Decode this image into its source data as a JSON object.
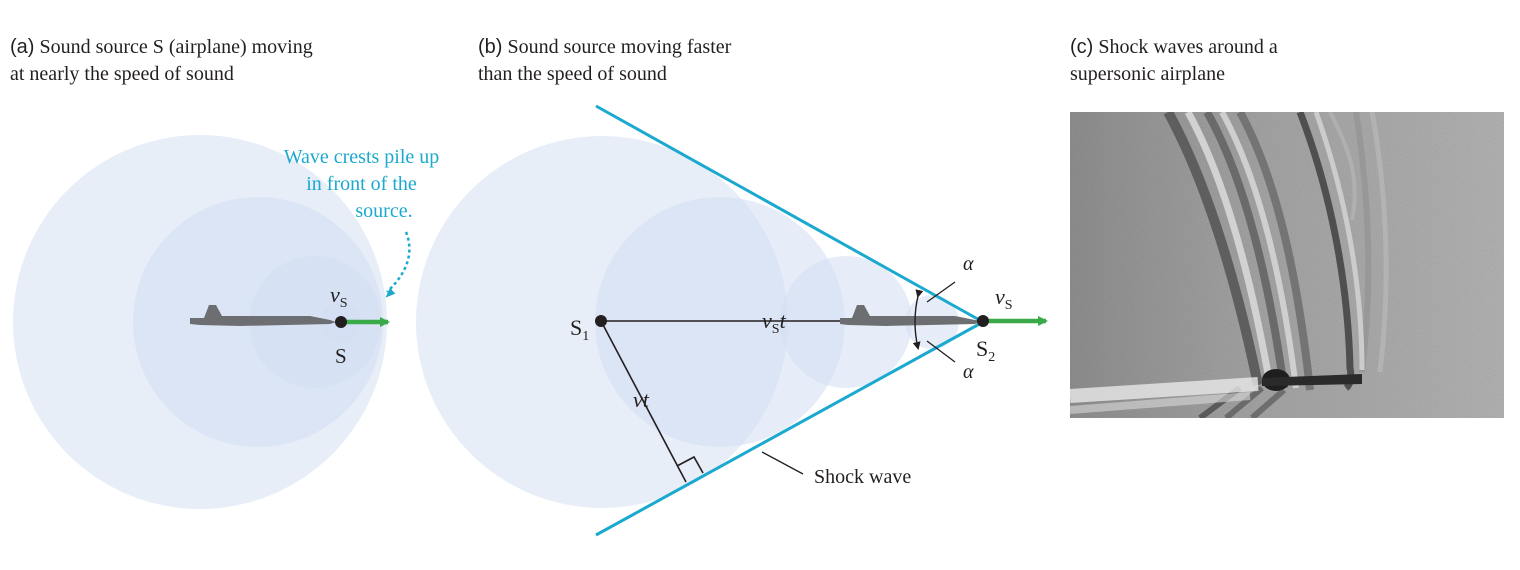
{
  "panels": {
    "a": {
      "letter": "(a)",
      "title_lines": [
        "Sound source S (airplane) moving",
        "at nearly the speed of sound"
      ],
      "callout_lines": [
        "Wave crests pile up",
        "in front of the",
        "source."
      ],
      "velocity_label": "v",
      "velocity_sub": "S",
      "source_label": "S"
    },
    "b": {
      "letter": "(b)",
      "title_lines": [
        "Sound source moving faster",
        "than the speed of sound"
      ],
      "s1_label": "S",
      "s1_sub": "1",
      "s2_label": "S",
      "s2_sub": "2",
      "vst_label": "v",
      "vst_sub": "S",
      "vst_t": "t",
      "vt_label": "vt",
      "alpha_top": "α",
      "alpha_bottom": "α",
      "velocity_label": "v",
      "velocity_sub": "S",
      "shock_label": "Shock wave"
    },
    "c": {
      "letter": "(c)",
      "title_lines": [
        "Shock waves around a",
        "supersonic airplane"
      ]
    }
  },
  "colors": {
    "wavefront_fill": "#e3ebf7",
    "shock_line": "#1ba9cf",
    "callout_text": "#1ba9cf",
    "velocity_arrow": "#3aaa49",
    "airplane": "#6d6e71",
    "photo_background": "#a3a3a3"
  }
}
